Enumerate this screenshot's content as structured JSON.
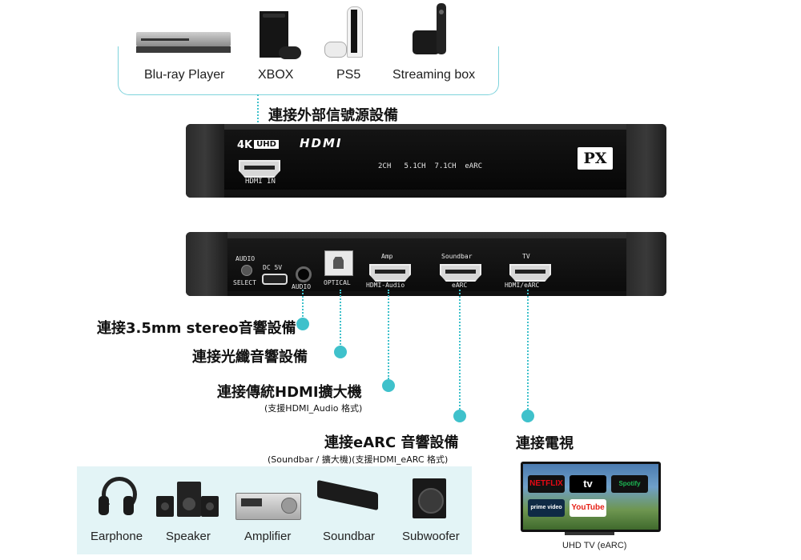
{
  "sources": {
    "items": [
      {
        "label": "Blu-ray Player",
        "icon": "bluray-player-icon"
      },
      {
        "label": "XBOX",
        "icon": "xbox-console-icon"
      },
      {
        "label": "PS5",
        "icon": "ps5-console-icon"
      },
      {
        "label": "Streaming box",
        "icon": "streaming-box-icon"
      }
    ],
    "caption": "連接外部信號源設備"
  },
  "front_panel": {
    "badge_4k": "4K",
    "badge_uhd": "UHD",
    "hdmi_logo": "HDMI",
    "formats": "2CH   5.1CH  7.1CH  eARC",
    "hdmi_in": "HDMI IN",
    "brand": "PX"
  },
  "rear_panel": {
    "audio_select_top": "AUDIO",
    "audio_select_bottom": "SELECT",
    "dc": "DC 5V",
    "audio": "AUDIO",
    "optical": "OPTICAL",
    "amp_top": "Amp",
    "amp_bottom": "HDMI-Audio",
    "soundbar_top": "Soundbar",
    "soundbar_bottom": "eARC",
    "tv_top": "TV",
    "tv_bottom": "HDMI/eARC"
  },
  "callouts": {
    "stereo": "連接3.5mm stereo音響設備",
    "optical": "連接光纖音響設備",
    "hdmi_amp": "連接傳統HDMI擴大機",
    "hdmi_amp_sub": "(支援HDMI_Audio 格式)",
    "earc": "連接eARC 音響設備",
    "earc_sub": "(Soundbar / 擴大機)(支援HDMI_eARC 格式)",
    "tv": "連接電視"
  },
  "audio_devices": [
    {
      "label": "Earphone",
      "icon": "headphone-icon"
    },
    {
      "label": "Speaker",
      "icon": "speaker-icon"
    },
    {
      "label": "Amplifier",
      "icon": "amplifier-icon"
    },
    {
      "label": "Soundbar",
      "icon": "soundbar-icon"
    },
    {
      "label": "Subwoofer",
      "icon": "subwoofer-icon"
    }
  ],
  "tv": {
    "caption": "UHD TV (eARC)",
    "apps": [
      "NETFLIX",
      "tv",
      "Spotify",
      "prime video",
      "YouTube"
    ]
  },
  "colors": {
    "accent": "#3fc1cb",
    "panel_bg": "#e3f4f6"
  }
}
